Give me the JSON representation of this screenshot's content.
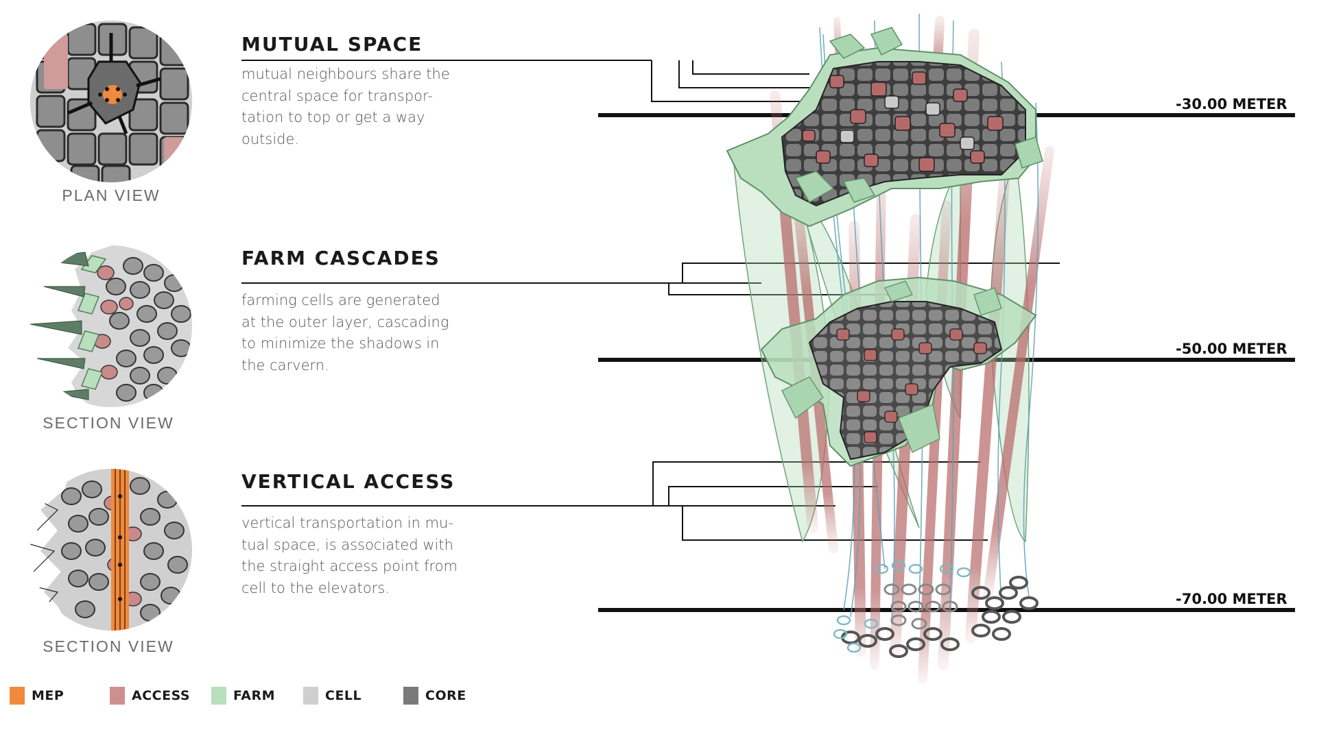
{
  "sections": [
    {
      "title": "MUTUAL SPACE",
      "description": "mutual neighbours share the\ncentral space for transpor-\ntation to top or get a way\noutside.",
      "view_label": "PLAN VIEW"
    },
    {
      "title": "FARM CASCADES",
      "description": "farming cells are generated\nat the outer layer, cascading\nto minimize the shadows in\nthe carvern.",
      "view_label": "SECTION VIEW"
    },
    {
      "title": "VERTICAL ACCESS",
      "description": "vertical transportation in mu-\ntual space, is associated with\nthe straight access point from\ncell to the elevators.",
      "view_label": "SECTION VIEW"
    }
  ],
  "levels": [
    "-30.00 METER",
    "-50.00 METER",
    "-70.00 METER"
  ],
  "legend": [
    {
      "label": "MEP",
      "color": "#f08a3c"
    },
    {
      "label": "ACCESS",
      "color": "#cf8f8f"
    },
    {
      "label": "FARM",
      "color": "#b9dfbf"
    },
    {
      "label": "CELL",
      "color": "#cfcfcf"
    },
    {
      "label": "CORE",
      "color": "#7a7a7a"
    }
  ],
  "colors": {
    "core": "#6f6f6f",
    "cell": "#bdbdbd",
    "access": "#b87070",
    "farm": "#a9d6b0",
    "mep": "#f08a3c",
    "pipe": "#5aa3b8"
  }
}
